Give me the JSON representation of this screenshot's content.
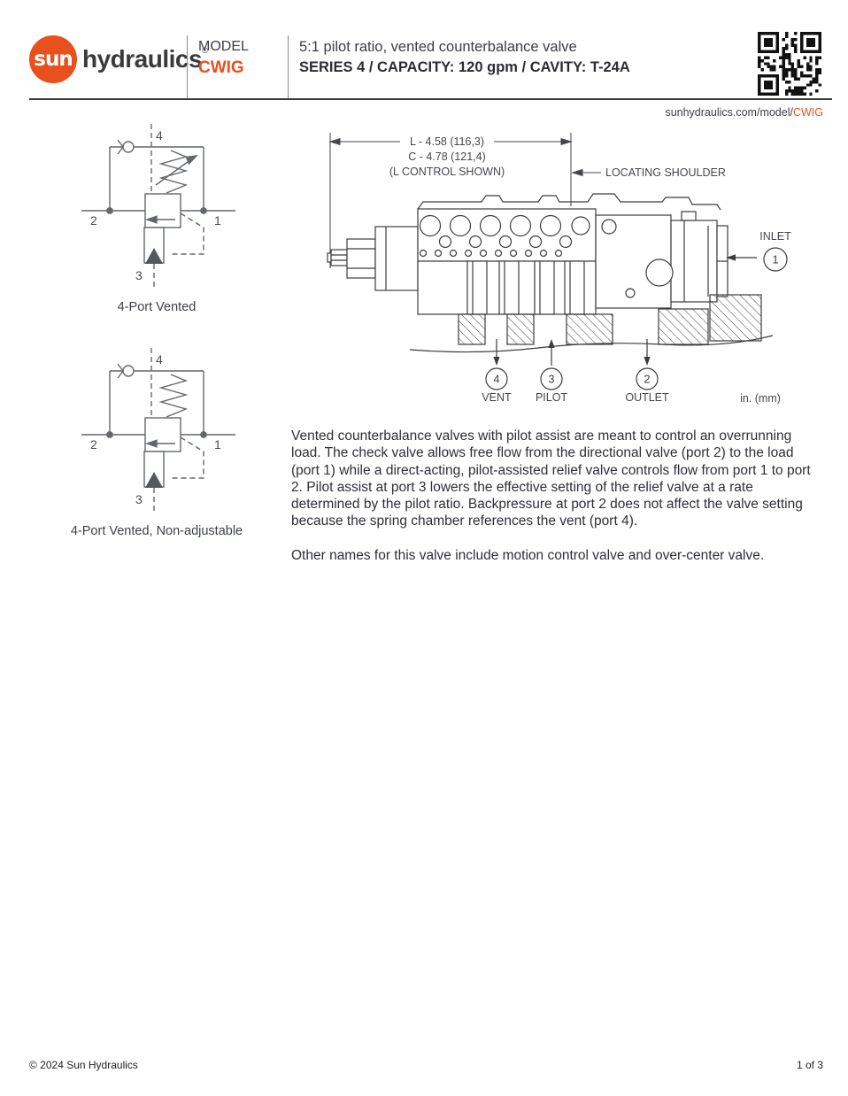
{
  "header": {
    "logo_sun": "sun",
    "logo_word": "hydraulics",
    "logo_reg": "®",
    "model_label": "MODEL",
    "model_value": "CWIG",
    "title_line1": "5:1 pilot ratio, vented counterbalance valve",
    "title_line2": "SERIES 4 / CAPACITY: 120 gpm / CAVITY: T-24A"
  },
  "link": {
    "prefix": "sunhydraulics.com/model/",
    "model": "CWIG"
  },
  "schematics": [
    {
      "caption": "4-Port Vented",
      "p1": "1",
      "p2": "2",
      "p3": "3",
      "p4": "4"
    },
    {
      "caption": "4-Port Vented, Non-adjustable",
      "p1": "1",
      "p2": "2",
      "p3": "3",
      "p4": "4"
    }
  ],
  "drawing": {
    "dim_l": "L - 4.58 (116,3)",
    "dim_c": "C - 4.78 (121,4)",
    "dim_note": "(L CONTROL SHOWN)",
    "locating_shoulder": "LOCATING SHOULDER",
    "inlet_label": "INLET",
    "inlet_port": "1",
    "units": "in. (mm)",
    "ports": [
      {
        "num": "4",
        "label": "VENT"
      },
      {
        "num": "3",
        "label": "PILOT"
      },
      {
        "num": "2",
        "label": "OUTLET"
      }
    ]
  },
  "description": {
    "paragraph1": "Vented counterbalance valves with pilot assist are meant to control an overrunning load. The check valve allows free flow from the directional valve (port 2) to the load (port 1) while a direct-acting, pilot-assisted relief valve controls flow from port 1 to port 2. Pilot assist at port 3 lowers the effective setting of the relief valve at a rate determined by the pilot ratio. Backpressure at port 2 does not affect the valve setting because the spring chamber references the vent (port 4).",
    "paragraph2": "Other names for this valve include motion control valve and over-center valve."
  },
  "footer": {
    "copyright": "© 2024 Sun Hydraulics",
    "page": "1 of 3"
  },
  "colors": {
    "accent": "#e8501d",
    "body_text": "#2e2e38",
    "drawing_line": "#3c3c3c",
    "schematic_line": "#64676c"
  }
}
